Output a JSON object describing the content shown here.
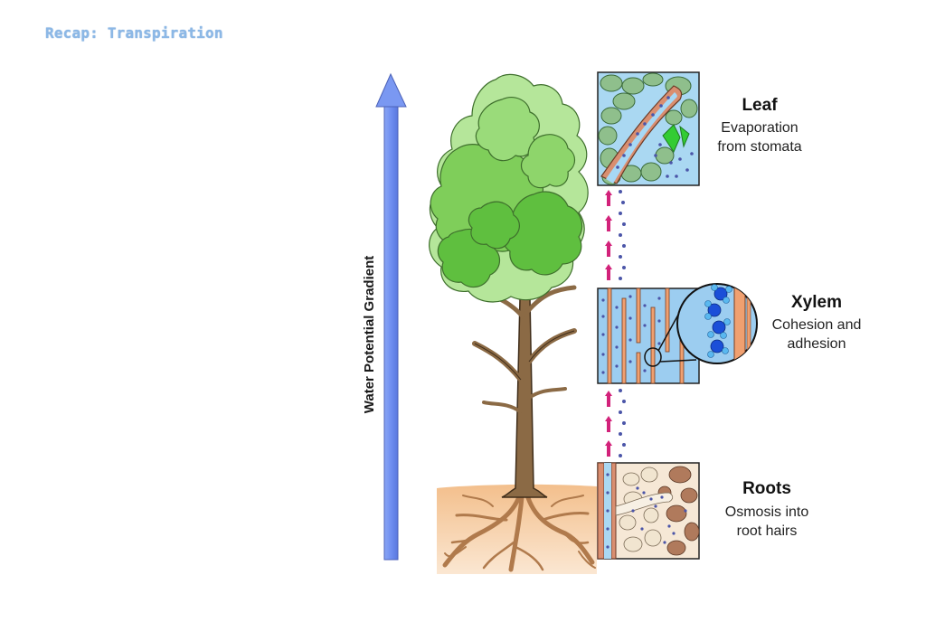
{
  "slide": {
    "title": "Recap: Transpiration"
  },
  "diagram": {
    "gradient_label": "Water Potential Gradient",
    "colors": {
      "arrow": "#6f8ef0",
      "trunk": "#8b6a45",
      "leaf_light": "#a9e38a",
      "leaf_dark": "#5fbf3f",
      "soil": "#f5c89a",
      "root": "#b07a4c",
      "water_dot": "#4b55a8",
      "flow_arrow": "#d2227a",
      "panel_blue": "#9ccdf0"
    },
    "panels": [
      {
        "id": "leaf",
        "title": "Leaf",
        "line1": "Evaporation",
        "line2": "from stomata"
      },
      {
        "id": "xylem",
        "title": "Xylem",
        "line1": "Cohesion and",
        "line2": "adhesion"
      },
      {
        "id": "roots",
        "title": "Roots",
        "line1": "Osmosis into",
        "line2": "root hairs"
      }
    ]
  }
}
